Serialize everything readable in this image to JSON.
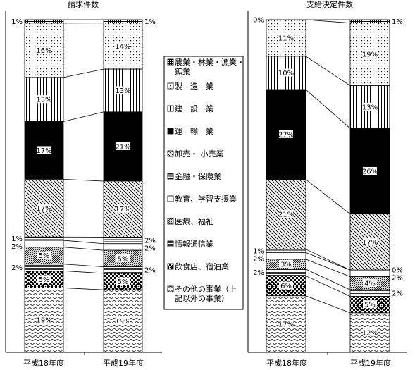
{
  "chart_data": [
    {
      "type": "bar",
      "stacked": true,
      "normalized": true,
      "title": "請求件数",
      "categories": [
        "平成18年度",
        "平成19年度"
      ],
      "series": [
        {
          "name": "農業・林業・漁業・鉱業",
          "values": [
            1,
            1
          ],
          "labels": [
            "1%",
            "1%"
          ]
        },
        {
          "name": "製造業",
          "values": [
            16,
            14
          ],
          "labels": [
            "16%",
            "14%"
          ]
        },
        {
          "name": "建設業",
          "values": [
            13,
            13
          ],
          "labels": [
            "13%",
            "13%"
          ]
        },
        {
          "name": "運輸業",
          "values": [
            17,
            21
          ],
          "labels": [
            "17%",
            "21%"
          ]
        },
        {
          "name": "卸売・小売業",
          "values": [
            17,
            17
          ],
          "labels": [
            "17%",
            "17%"
          ]
        },
        {
          "name": "金融・保険業",
          "values": [
            1,
            2
          ],
          "labels": [
            "1%",
            "2%"
          ]
        },
        {
          "name": "教育、学習支援業",
          "values": [
            2,
            2
          ],
          "labels": [
            "2%",
            "2%"
          ]
        },
        {
          "name": "医療、福祉",
          "values": [
            5,
            5
          ],
          "labels": [
            "5%",
            "5%"
          ]
        },
        {
          "name": "情報通信業",
          "values": [
            2,
            2
          ],
          "labels": [
            "2%",
            "2%"
          ]
        },
        {
          "name": "飲食店、宿泊業",
          "values": [
            5,
            5
          ],
          "labels": [
            "5%",
            "5%"
          ]
        },
        {
          "name": "その他の事業(上記以外の事業)",
          "values": [
            19,
            19
          ],
          "labels": [
            "19%",
            "19%"
          ]
        }
      ]
    },
    {
      "type": "bar",
      "stacked": true,
      "normalized": true,
      "title": "支給決定件数",
      "categories": [
        "平成18年度",
        "平成19年度"
      ],
      "series": [
        {
          "name": "農業・林業・漁業・鉱業",
          "values": [
            0,
            1
          ],
          "labels": [
            "0%",
            "1%"
          ]
        },
        {
          "name": "製造業",
          "values": [
            11,
            19
          ],
          "labels": [
            "11%",
            "19%"
          ]
        },
        {
          "name": "建設業",
          "values": [
            10,
            13
          ],
          "labels": [
            "10%",
            "13%"
          ]
        },
        {
          "name": "運輸業",
          "values": [
            27,
            26
          ],
          "labels": [
            "27%",
            "26%"
          ]
        },
        {
          "name": "卸売・小売業",
          "values": [
            21,
            17
          ],
          "labels": [
            "21%",
            "17%"
          ]
        },
        {
          "name": "金融・保険業",
          "values": [
            1,
            0
          ],
          "labels": [
            "1%",
            "0%"
          ]
        },
        {
          "name": "教育、学習支援業",
          "values": [
            2,
            2
          ],
          "labels": [
            "2%",
            "2%"
          ]
        },
        {
          "name": "医療、福祉",
          "values": [
            3,
            4
          ],
          "labels": [
            "3%",
            "4%"
          ]
        },
        {
          "name": "情報通信業",
          "values": [
            2,
            2
          ],
          "labels": [
            "2%",
            "2%"
          ]
        },
        {
          "name": "飲食店、宿泊業",
          "values": [
            6,
            5
          ],
          "labels": [
            "6%",
            "5%"
          ]
        },
        {
          "name": "その他の事業(上記以外の事業)",
          "values": [
            17,
            12
          ],
          "labels": [
            "17%",
            "12%"
          ]
        }
      ]
    }
  ],
  "legend": {
    "placement": "center",
    "items": [
      {
        "lines": [
          "農業・林業・漁業・",
          "鉱業"
        ],
        "pattern": "grid-dense"
      },
      {
        "lines": [
          "製　造　業"
        ],
        "pattern": "dots"
      },
      {
        "lines": [
          "建　設　業"
        ],
        "pattern": "vlines"
      },
      {
        "lines": [
          "運　輸　業"
        ],
        "pattern": "solid"
      },
      {
        "lines": [
          "卸売・ 小売業"
        ],
        "pattern": "diag"
      },
      {
        "lines": [
          "金融・保険業"
        ],
        "pattern": "hlines"
      },
      {
        "lines": [
          "教育、学習支援業"
        ],
        "pattern": "white"
      },
      {
        "lines": [
          "医療、福祉"
        ],
        "pattern": "diag-dense"
      },
      {
        "lines": [
          "情報通信業"
        ],
        "pattern": "hlines-fine"
      },
      {
        "lines": [
          "飲食店、宿泊業"
        ],
        "pattern": "checker"
      },
      {
        "lines": [
          "その他の事業（上",
          "記以外の事業）"
        ],
        "pattern": "wave"
      }
    ]
  }
}
